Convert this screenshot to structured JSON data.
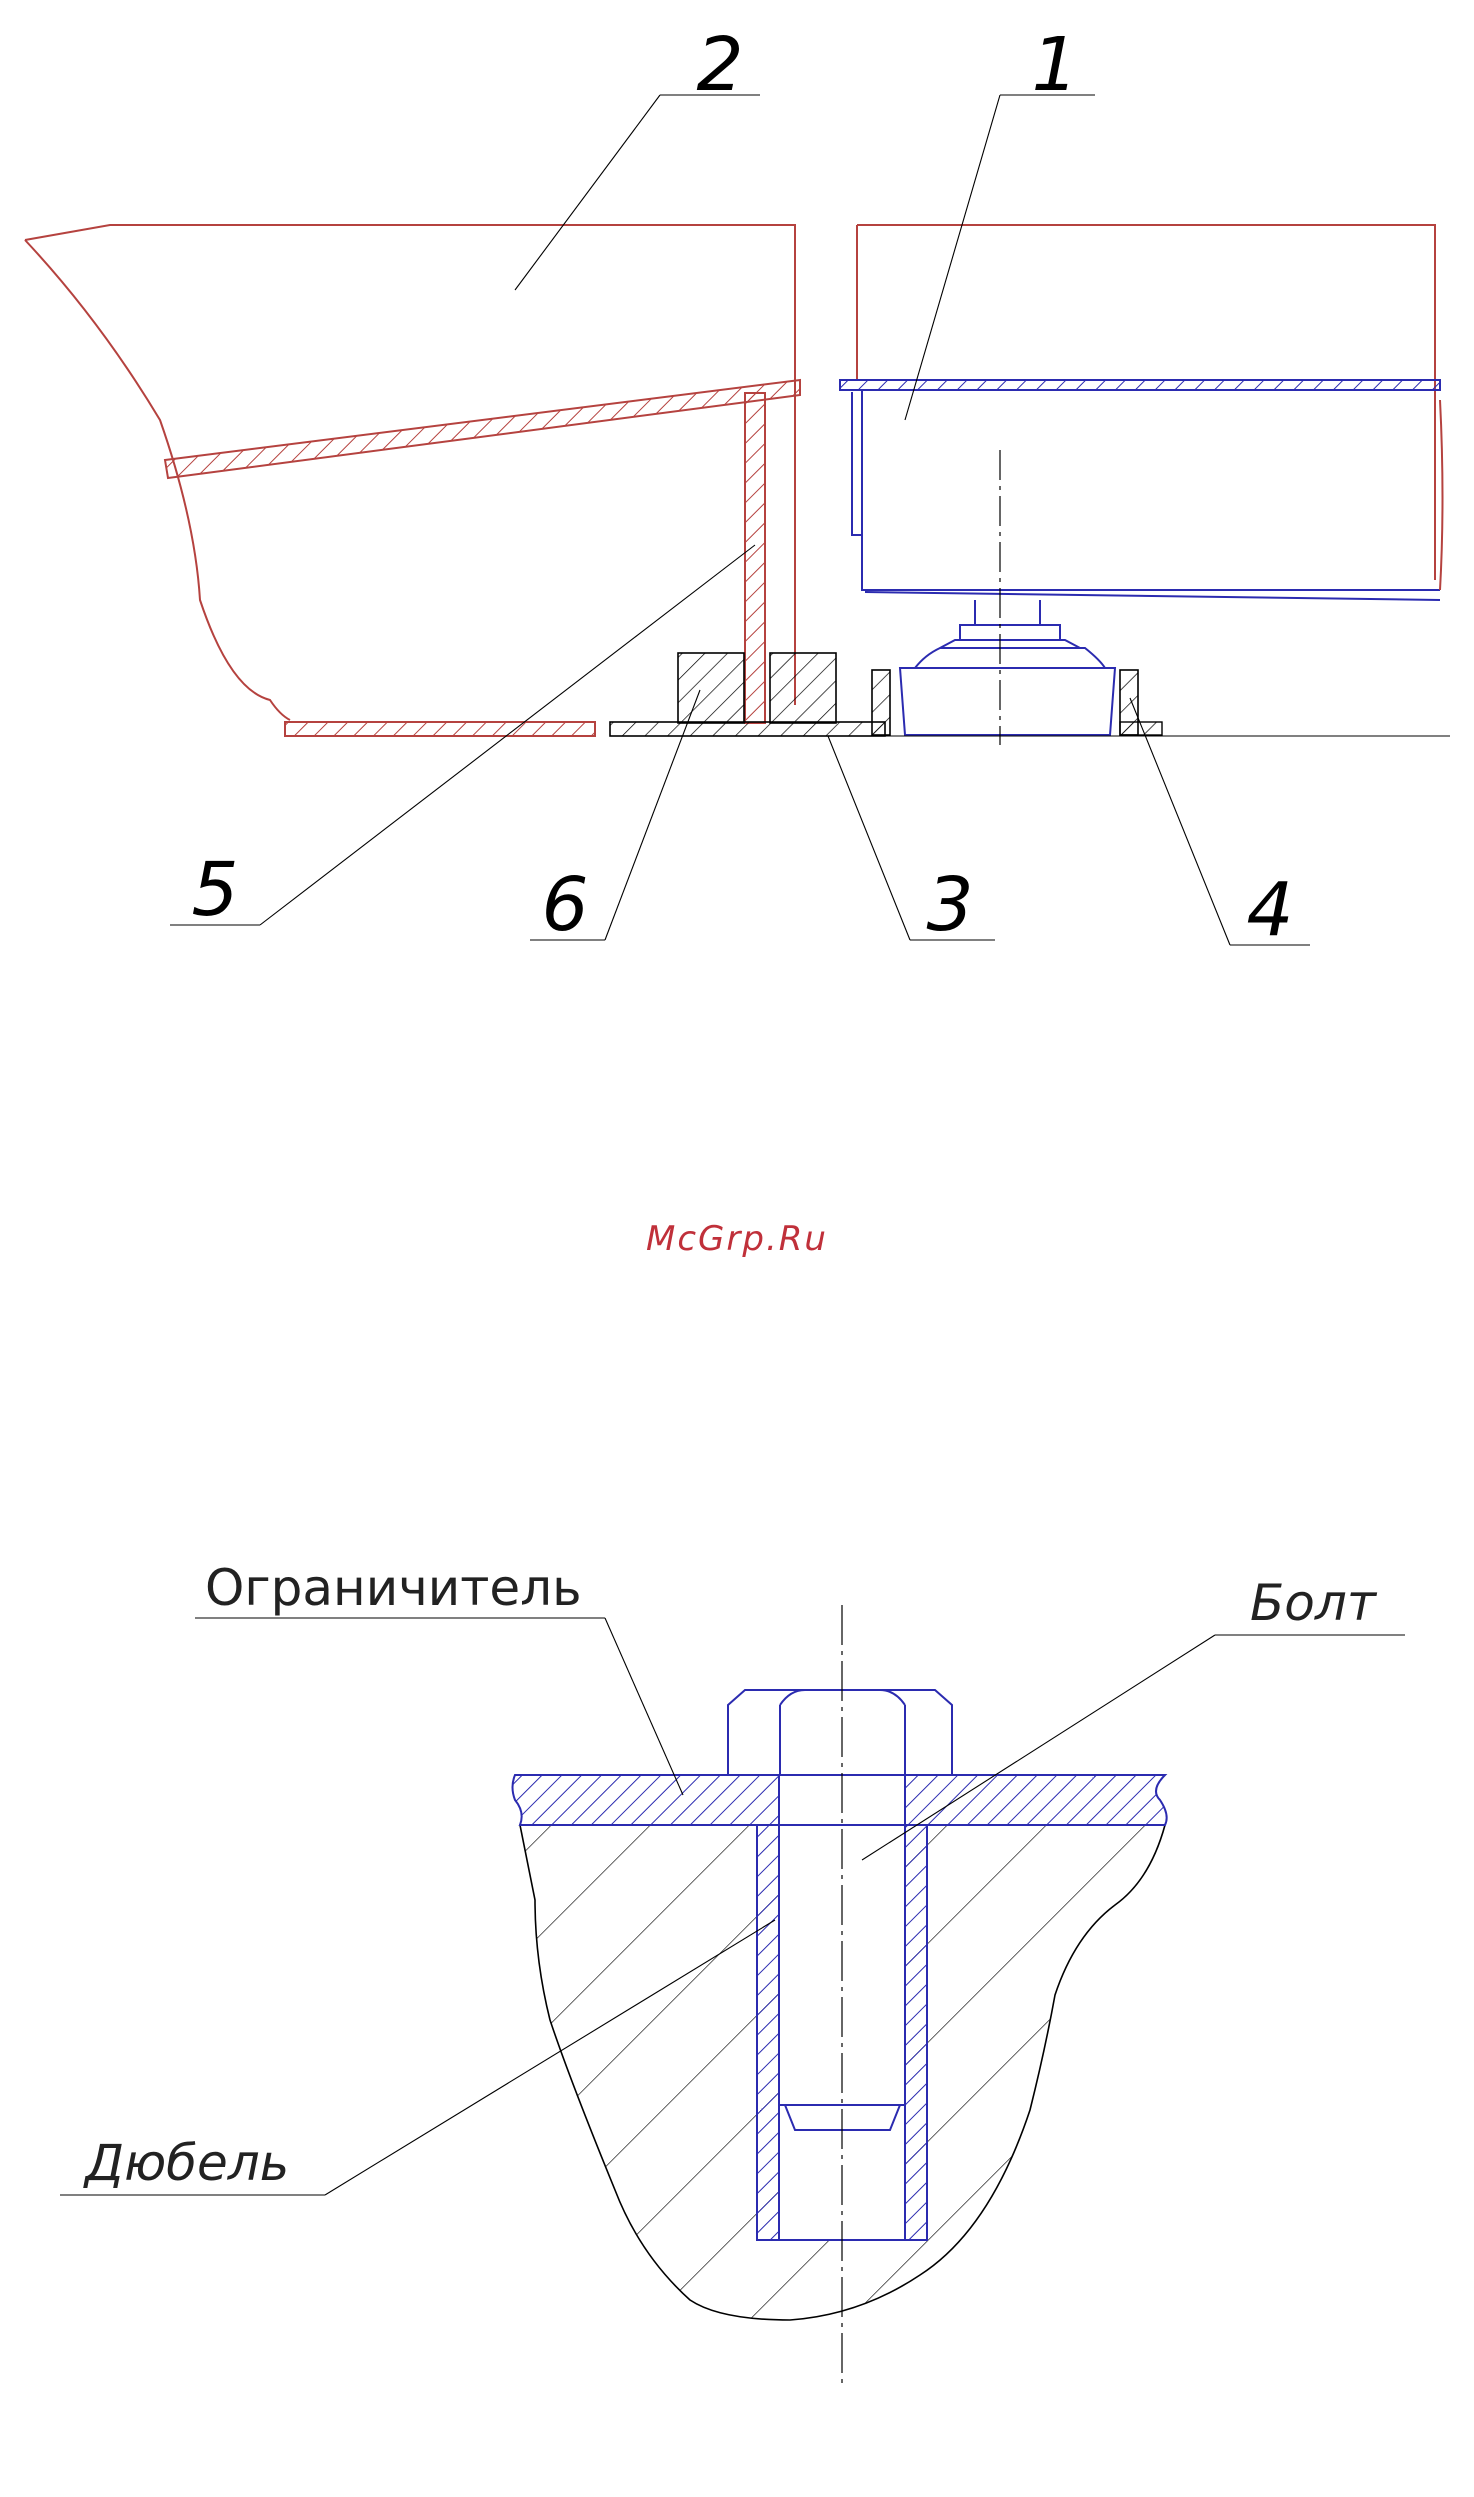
{
  "watermark": {
    "text": "McGrp.Ru",
    "color": "#c0303a"
  },
  "figure_top": {
    "callouts": [
      "1",
      "2",
      "3",
      "4",
      "5",
      "6"
    ]
  },
  "figure_bottom": {
    "labels": {
      "limiter": "Ограничитель",
      "bolt": "Болт",
      "dowel": "Дюбель"
    }
  },
  "colors": {
    "section_red": "#b5423f",
    "section_blue": "#2b2bb0",
    "line": "#000000"
  }
}
